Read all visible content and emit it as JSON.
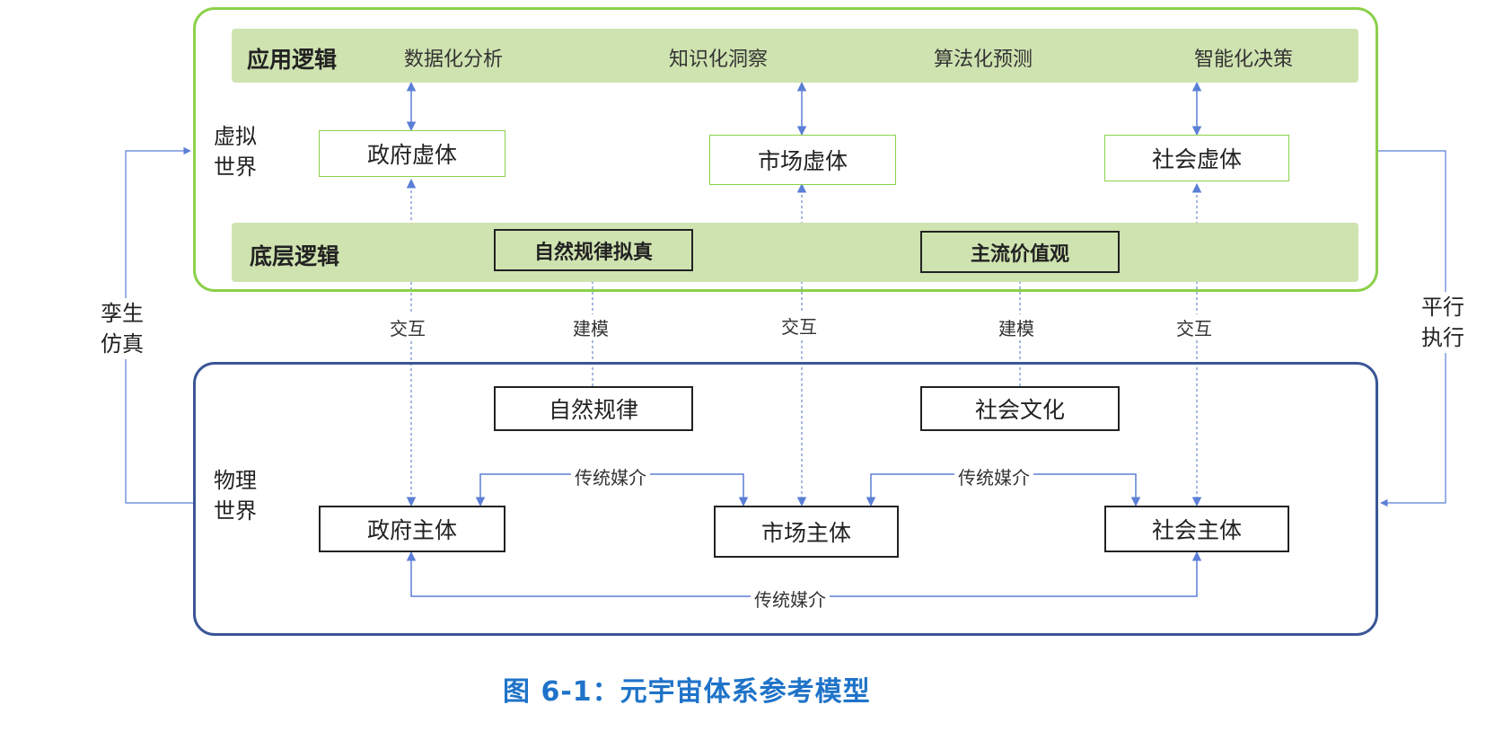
{
  "virtual_world": {
    "label": "虚拟\n世界",
    "app_logic": {
      "label": "应用逻辑",
      "steps": [
        "数据化分析",
        "知识化洞察",
        "算法化预测",
        "智能化决策"
      ]
    },
    "base_logic": {
      "label": "底层逻辑",
      "boxes": [
        "自然规律拟真",
        "主流价值观"
      ]
    },
    "entities": [
      "政府虚体",
      "市场虚体",
      "社会虚体"
    ]
  },
  "physical_world": {
    "label": "物理\n世界",
    "sources": [
      "自然规律",
      "社会文化"
    ],
    "entities": [
      "政府主体",
      "市场主体",
      "社会主体"
    ],
    "media_labels": [
      "传统媒介",
      "传统媒介",
      "传统媒介"
    ]
  },
  "connectors": {
    "interaction": [
      "交互",
      "交互",
      "交互"
    ],
    "modeling": [
      "建模",
      "建模"
    ]
  },
  "left_cycle": "孪生\n仿真",
  "right_cycle": "平行\n执行",
  "caption": "图 6-1：元宇宙体系参考模型",
  "colors": {
    "virtual_frame": "#8cd04a",
    "physical_frame": "#3a5696",
    "band": "#cfe3b0",
    "arrow": "#5b7fd6",
    "caption": "#1f73c8"
  }
}
